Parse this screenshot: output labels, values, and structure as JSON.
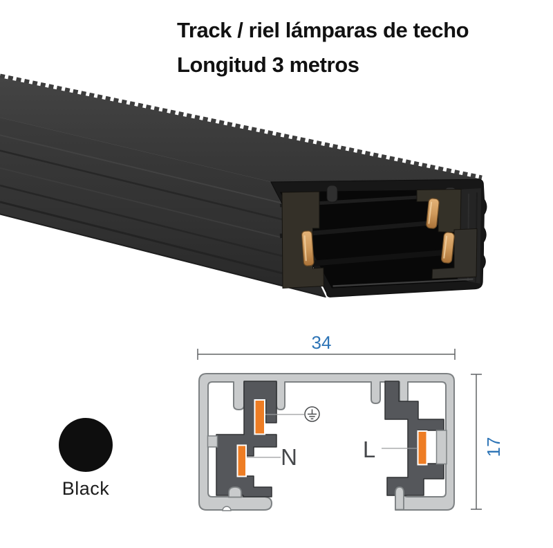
{
  "title": {
    "line1": "Track / riel lámparas de techo",
    "line2": "Longitud 3 metros"
  },
  "swatch": {
    "label": "Black",
    "color": "#0e0e0e"
  },
  "cross_section": {
    "width_mm": "34",
    "height_mm": "17",
    "neutral_label": "N",
    "live_label": "L",
    "ground_icon": "earth-ground-icon",
    "colors": {
      "dimension_blue": "#2d74b6",
      "copper_orange": "#ee7d24",
      "insulator_gray": "#55575b",
      "shell_gray": "#c9cbcc",
      "outline_gray": "#7d8183"
    }
  },
  "render": {
    "name": "track-rail-3d-render",
    "finish_label": "Black",
    "copper_color": "#cf9a5c"
  }
}
